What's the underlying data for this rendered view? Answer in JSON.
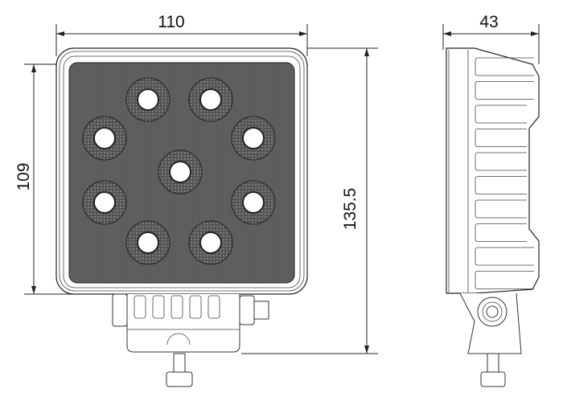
{
  "dimensions": {
    "front_width": "110",
    "front_height": "109",
    "total_height": "135.5",
    "depth": "43"
  },
  "colors": {
    "lens_face": "#5a5a5a",
    "led_ring": "#6e6e6e",
    "line": "#222222"
  },
  "led_count": 9
}
